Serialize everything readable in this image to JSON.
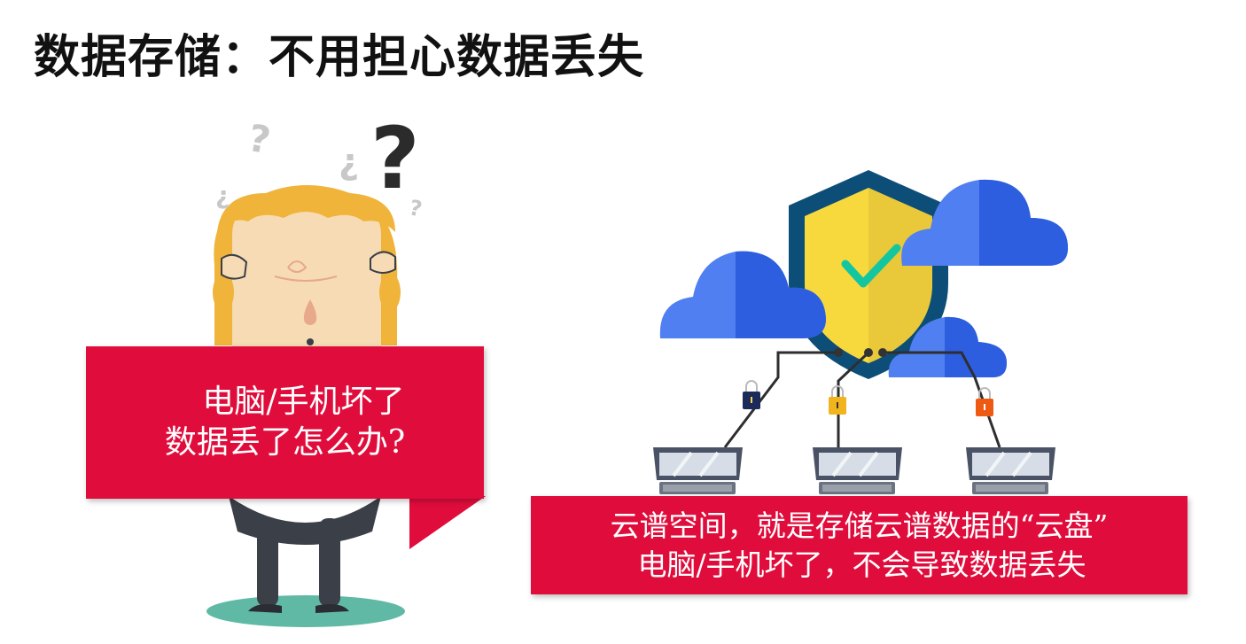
{
  "slide": {
    "title": "数据存储：不用担心数据丢失"
  },
  "callout_left": {
    "line1": "电脑/手机坏了",
    "line2": "数据丢了怎么办?"
  },
  "callout_right": {
    "line1": "云谱空间，就是存储云谱数据的“云盘”",
    "line2": "电脑/手机坏了，不会导致数据丢失"
  },
  "colors": {
    "callout_bg": "#e00d3c",
    "cloud_light": "#4f7ff0",
    "cloud_dark": "#2e5ee0",
    "shield_outer": "#0d4e78",
    "shield_inner": "#f7d93e",
    "check": "#14c6a0",
    "lock_navy": "#1b2a5b",
    "lock_yellow": "#f2b41c",
    "lock_orange": "#ef5a12"
  }
}
